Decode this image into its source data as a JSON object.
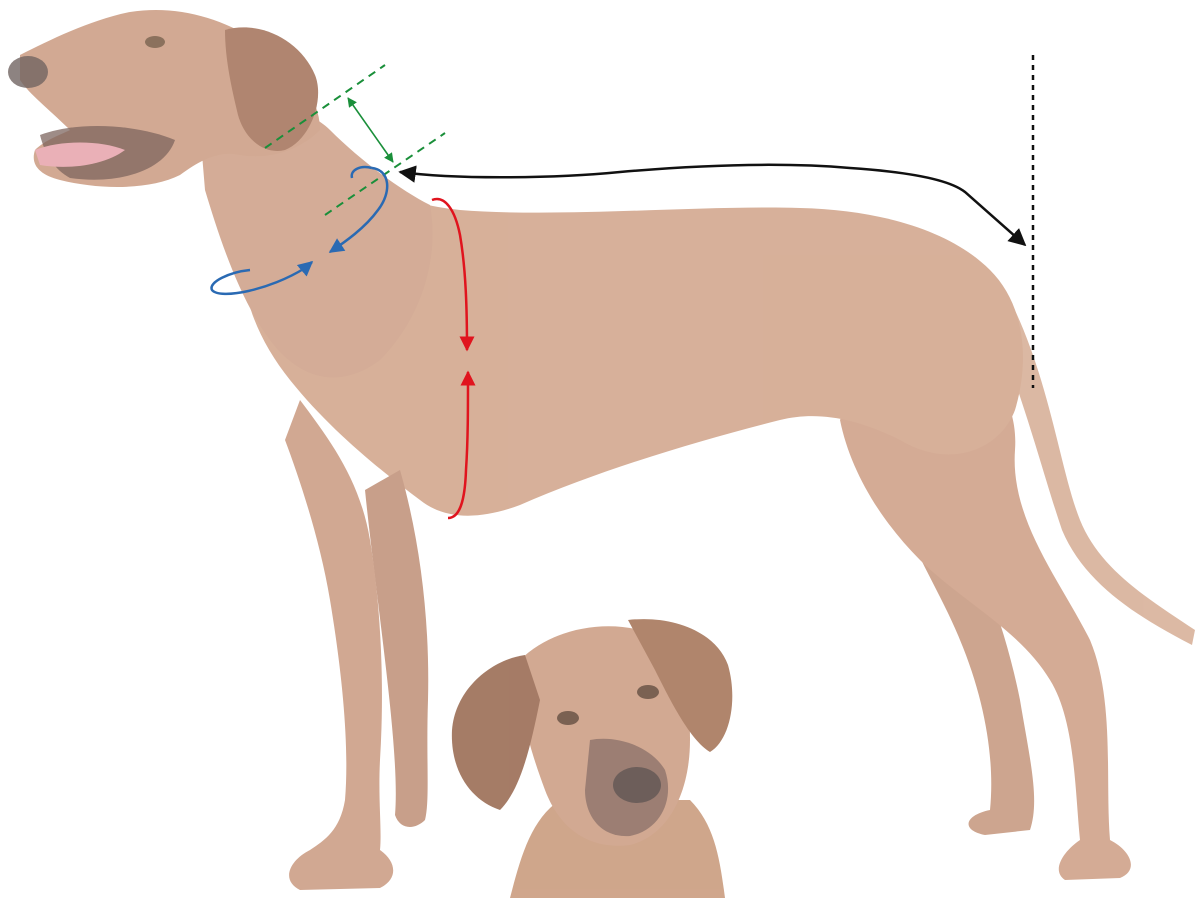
{
  "diagram": {
    "subject": "dog-body-measurement-guide",
    "figures": [
      {
        "name": "dog-standing-side-view"
      },
      {
        "name": "dog-head-front-view"
      }
    ],
    "measurements": [
      {
        "name": "neck-width",
        "color": "#1a8f3a",
        "style": "dashed-guides-with-double-arrow"
      },
      {
        "name": "neck-girth",
        "color": "#2a6ab3",
        "style": "circular-arrow"
      },
      {
        "name": "back-length",
        "color": "#111111",
        "style": "double-arrow-to-tail-base"
      },
      {
        "name": "tail-base-reference",
        "color": "#111111",
        "style": "dotted-vertical-line"
      },
      {
        "name": "chest-girth",
        "color": "#e0141e",
        "style": "vertical-double-arrow"
      }
    ],
    "colors": {
      "background": "#ffffff",
      "dog_fur": "#c9977a",
      "dog_fur_dark": "#a06a4c",
      "neck_width": "#1a8f3a",
      "neck_girth": "#2a6ab3",
      "back_length": "#111111",
      "chest_girth": "#e0141e"
    }
  }
}
